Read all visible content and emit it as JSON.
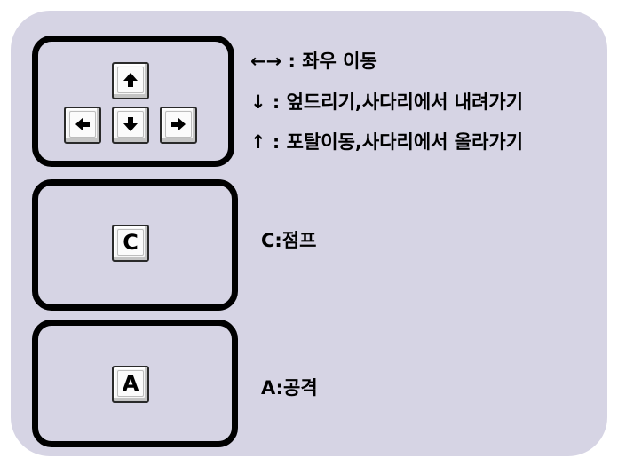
{
  "controls": {
    "move": {
      "key": "←→",
      "text": "←→ : 좌우 이동"
    },
    "down": {
      "key": "↓",
      "text": "↓ : 엎드리기,사다리에서 내려가기"
    },
    "up": {
      "key": "↑",
      "text": "↑ : 포탈이동,사다리에서 올라가기"
    },
    "jump": {
      "key": "C",
      "text": "C:점프"
    },
    "attack": {
      "key": "A",
      "text": "A:공격"
    }
  },
  "keys": {
    "up_icon": "arrow-up-icon",
    "down_icon": "arrow-down-icon",
    "left_icon": "arrow-left-icon",
    "right_icon": "arrow-right-icon",
    "c_label": "C",
    "a_label": "A"
  },
  "colors": {
    "panel_background": "#d6d4e4",
    "box_border": "#000000",
    "key_face": "#f6f6f6"
  }
}
